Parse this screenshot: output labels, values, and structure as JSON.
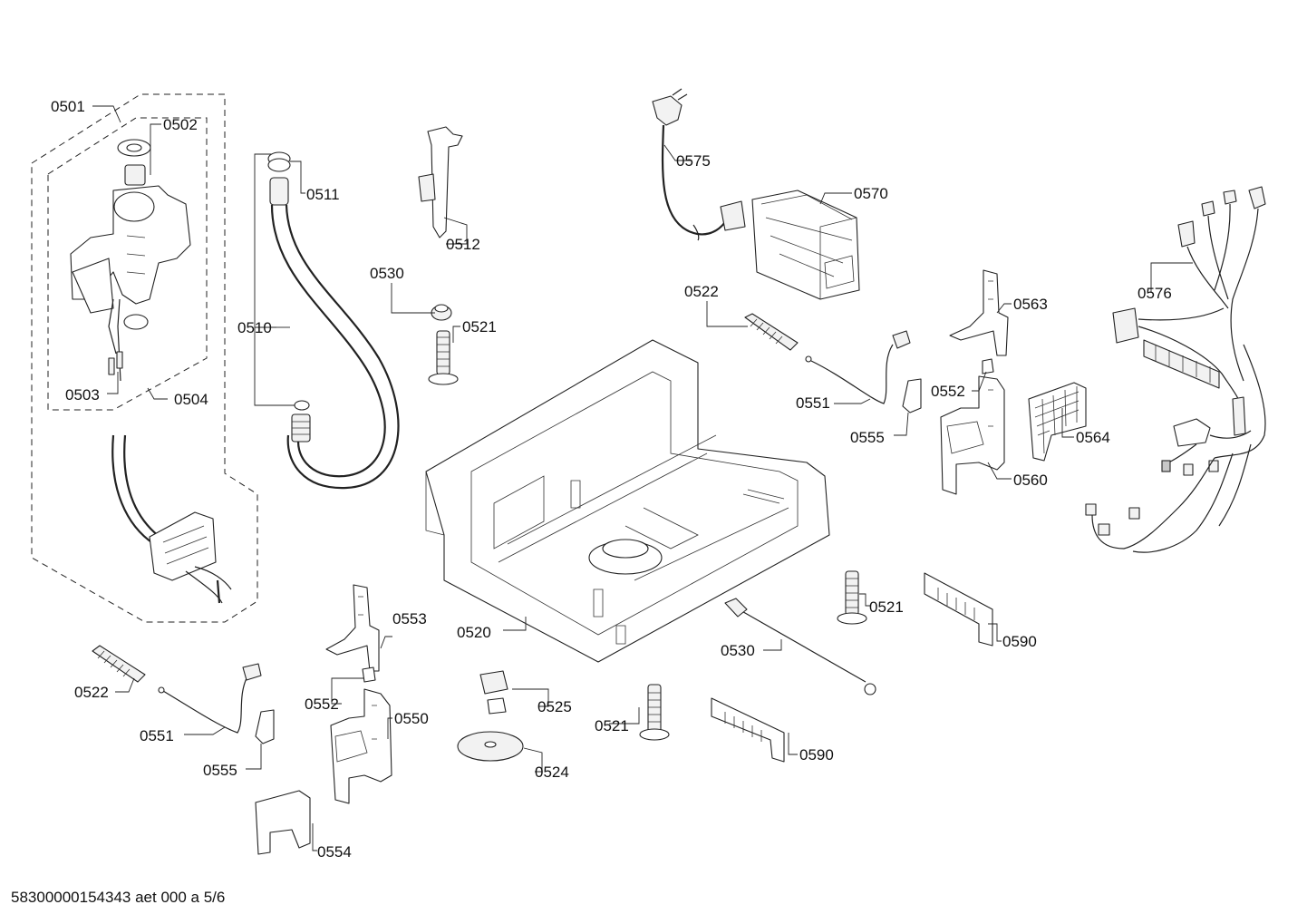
{
  "labels": {
    "l0501": "0501",
    "l0502": "0502",
    "l0503": "0503",
    "l0504": "0504",
    "l0510": "0510",
    "l0511": "0511",
    "l0512": "0512",
    "l0520": "0520",
    "l0521a": "0521",
    "l0521b": "0521",
    "l0521c": "0521",
    "l0522a": "0522",
    "l0522b": "0522",
    "l0524": "0524",
    "l0525": "0525",
    "l0530a": "0530",
    "l0530b": "0530",
    "l0550": "0550",
    "l0551a": "0551",
    "l0551b": "0551",
    "l0552a": "0552",
    "l0552b": "0552",
    "l0553": "0553",
    "l0554": "0554",
    "l0555a": "0555",
    "l0555b": "0555",
    "l0560": "0560",
    "l0563": "0563",
    "l0564": "0564",
    "l0570": "0570",
    "l0575": "0575",
    "l0576": "0576",
    "l0590a": "0590",
    "l0590b": "0590"
  },
  "footer": "58300000154343 aet 000 a 5/6"
}
